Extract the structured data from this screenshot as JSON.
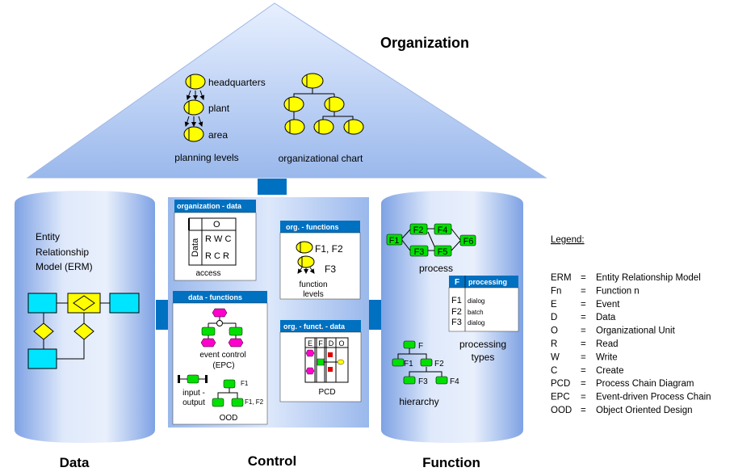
{
  "roof": {
    "title": "Organization",
    "planning_levels": "planning levels",
    "org_chart": "organizational chart",
    "levels": [
      "headquarters",
      "plant",
      "area"
    ]
  },
  "data_pillar": {
    "erm_lines": [
      "Entity",
      "Relationship",
      "Model (ERM)"
    ],
    "bottom_label": "Data"
  },
  "control_pillar": {
    "bottom_label": "Control",
    "org_data": {
      "title": "organization - data",
      "matrix_o": "O",
      "matrix_data": "Data",
      "row1": "R W C",
      "row2": "R C R",
      "caption": "access"
    },
    "org_functions": {
      "title": "org. - functions",
      "f12": "F1, F2",
      "f3": "F3",
      "caption_1": "function",
      "caption_2": "levels"
    },
    "data_functions": {
      "title": "data - functions",
      "epc_1": "event control",
      "epc_2": "(EPC)",
      "io_1": "input -",
      "io_2": "output",
      "f1": "F1",
      "f12": "F1, F2",
      "ood": "OOD"
    },
    "org_funct_data": {
      "title": "org. - funct. - data",
      "cols": [
        "E",
        "F",
        "D",
        "O"
      ],
      "caption": "PCD"
    }
  },
  "function_pillar": {
    "bottom_label": "Function",
    "process_nodes": [
      "F1",
      "F2",
      "F3",
      "F4",
      "F5",
      "F6"
    ],
    "process_caption": "process",
    "processing_table": {
      "header_f": "F",
      "header_p": "processing",
      "rows": [
        {
          "f": "F1",
          "p": "dialog"
        },
        {
          "f": "F2",
          "p": "batch"
        },
        {
          "f": "F3",
          "p": "dialog"
        }
      ]
    },
    "processing_caption_1": "processing",
    "processing_caption_2": "types",
    "hierarchy_nodes": [
      "F",
      "F1",
      "F2",
      "F3",
      "F4"
    ],
    "hierarchy_caption": "hierarchy"
  },
  "legend": {
    "title": "Legend:",
    "rows": [
      {
        "abbr": "ERM",
        "eq": "=",
        "desc": "Entity Relationship Model"
      },
      {
        "abbr": "Fn",
        "eq": "=",
        "desc": "Function n"
      },
      {
        "abbr": "E",
        "eq": "=",
        "desc": "Event"
      },
      {
        "abbr": "D",
        "eq": "=",
        "desc": "Data"
      },
      {
        "abbr": "O",
        "eq": "=",
        "desc": "Organizational Unit"
      },
      {
        "abbr": "R",
        "eq": "=",
        "desc": "Read"
      },
      {
        "abbr": "W",
        "eq": "=",
        "desc": "Write"
      },
      {
        "abbr": "C",
        "eq": "=",
        "desc": "Create"
      },
      {
        "abbr": "PCD",
        "eq": "=",
        "desc": "Process Chain Diagram"
      },
      {
        "abbr": "EPC",
        "eq": "=",
        "desc": "Event-driven Process Chain"
      },
      {
        "abbr": "OOD",
        "eq": "=",
        "desc": "Object Oriented Design"
      }
    ]
  },
  "colors": {
    "accent_blue": "#0070c0",
    "yellow": "#ffff00",
    "green": "#00e000",
    "cyan": "#00e5ff",
    "magenta": "#ff00cc"
  }
}
